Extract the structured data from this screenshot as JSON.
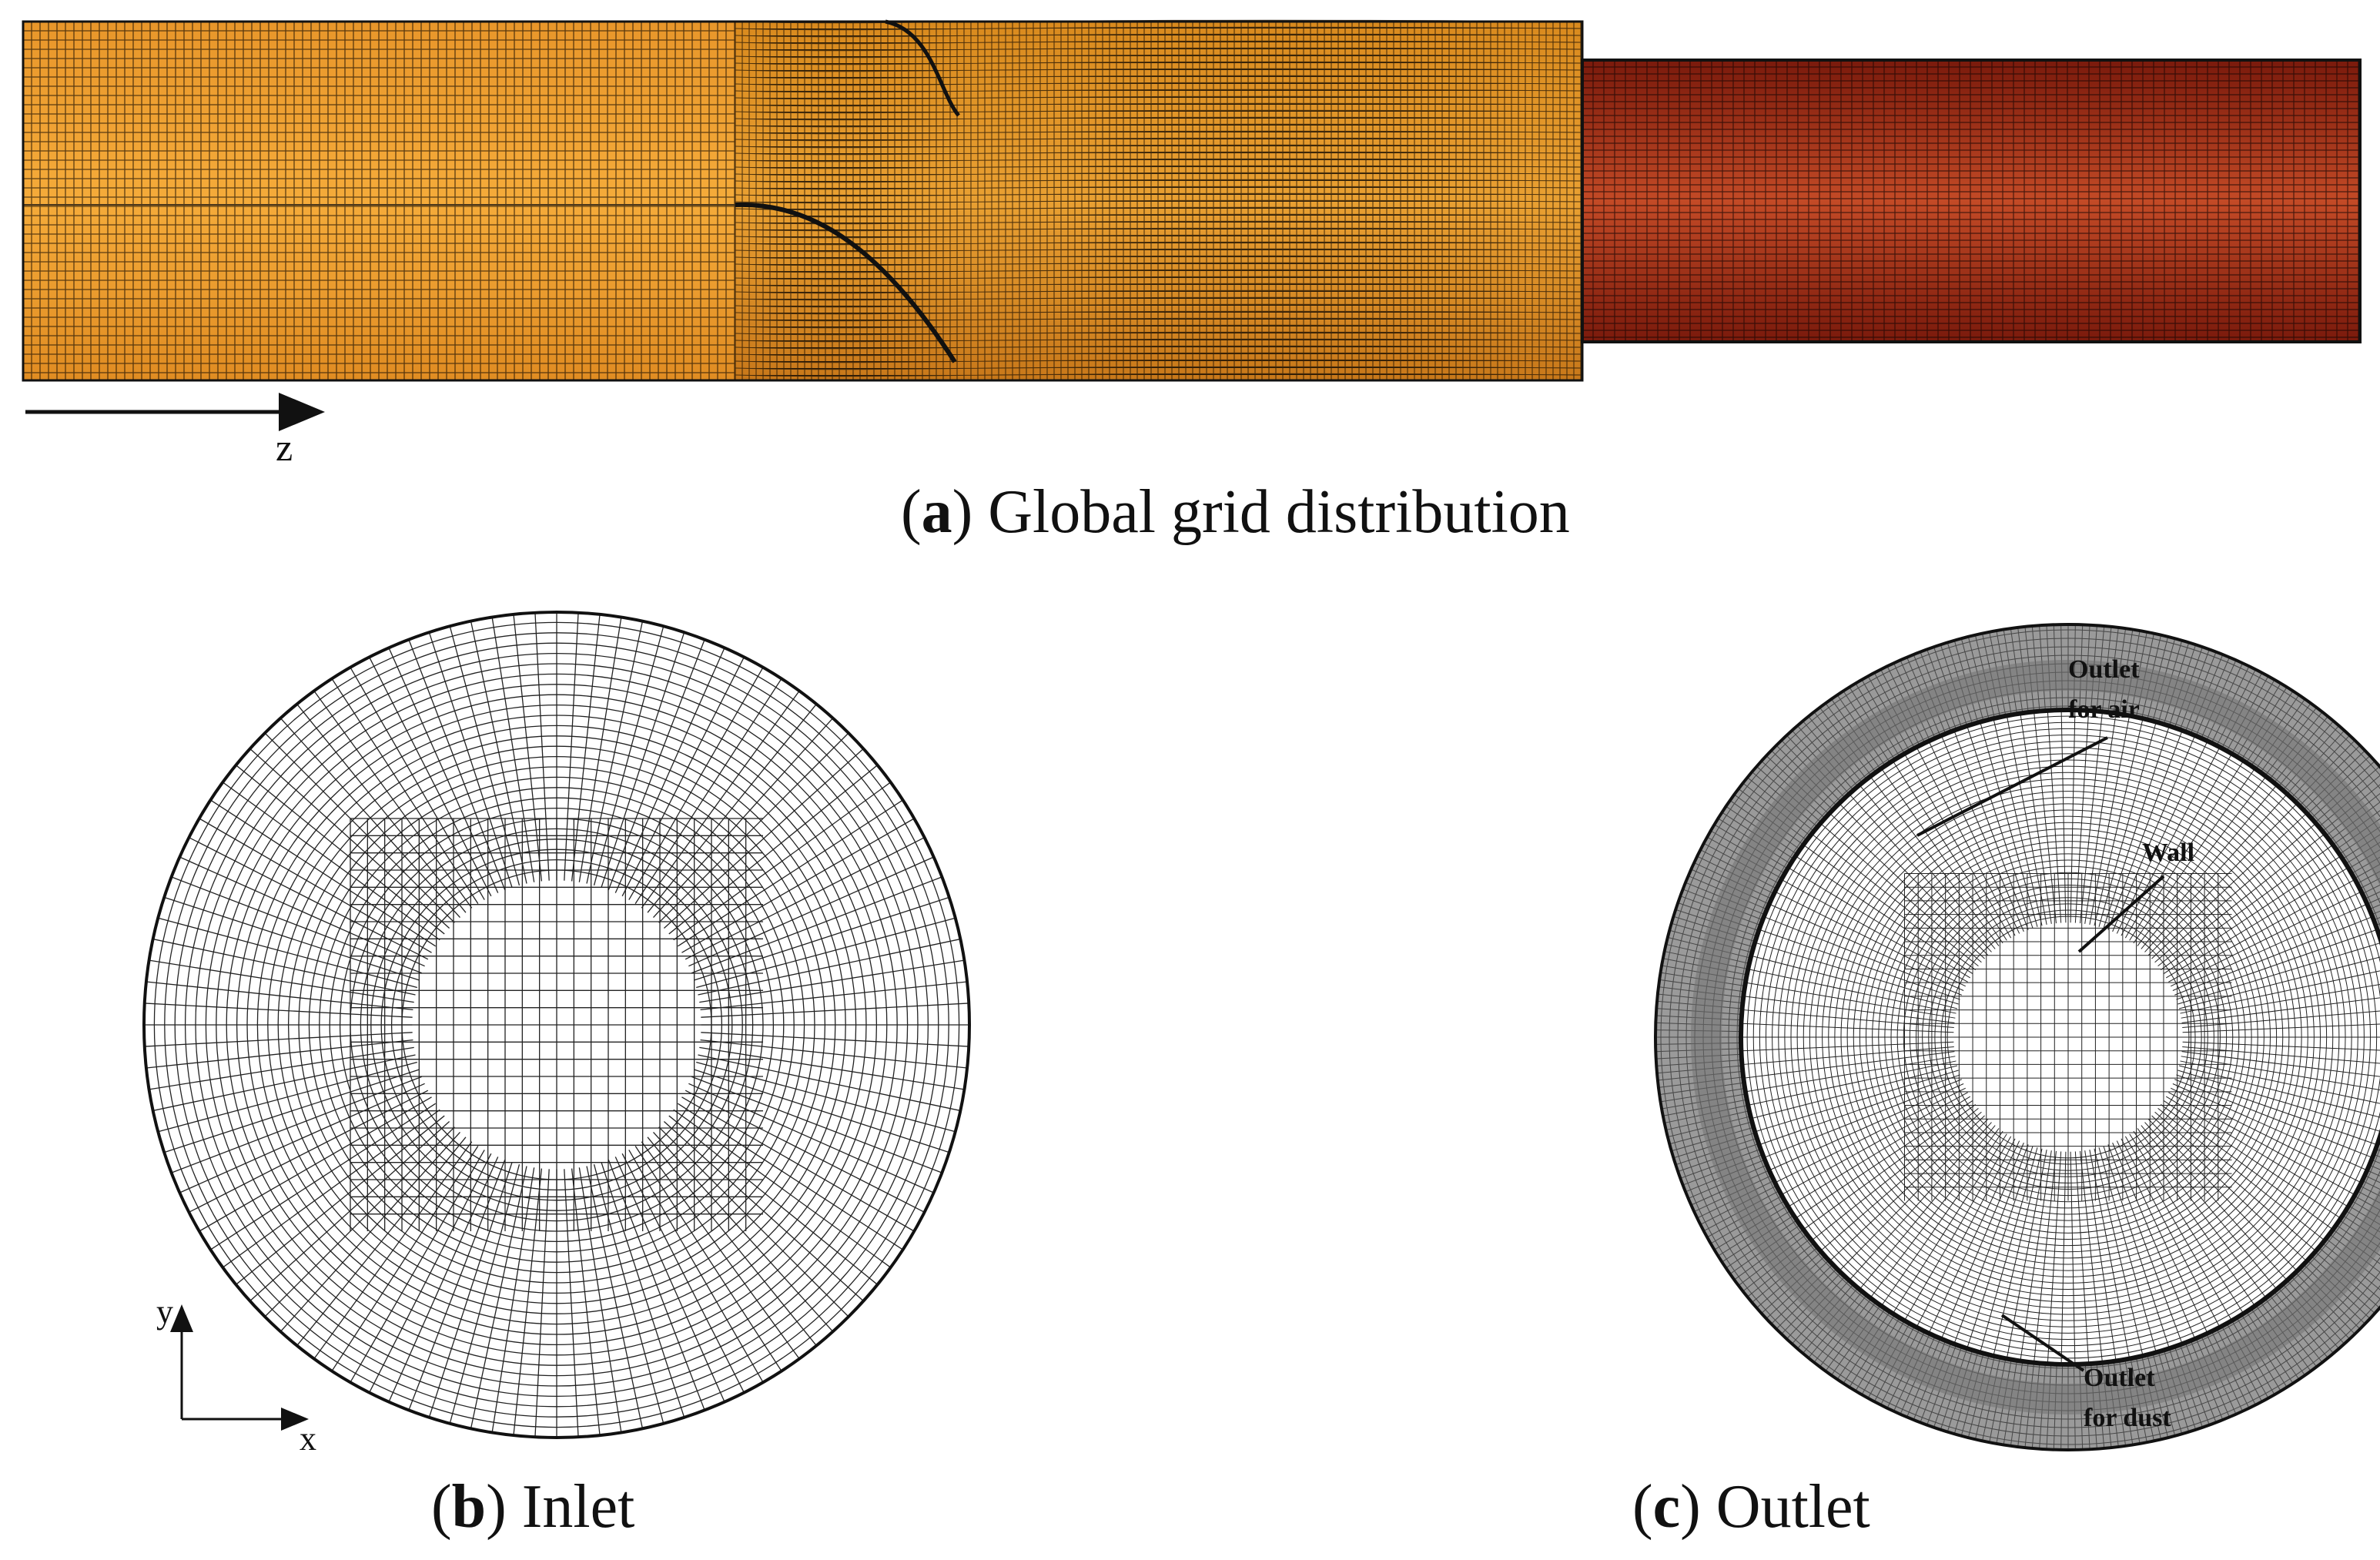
{
  "panel_a": {
    "caption_letter": "a",
    "caption_text": "Global grid distribution",
    "axis_label": "z",
    "colors": {
      "upstream": "#f0a030",
      "downstream": "#b83a1e",
      "grid_line": "#1a1006"
    }
  },
  "panel_b": {
    "caption_letter": "b",
    "caption_text": "Inlet",
    "axis_x": "x",
    "axis_y": "y"
  },
  "panel_c": {
    "caption_letter": "c",
    "caption_text": "Outlet",
    "annotations": {
      "outlet_air_line1": "Outlet",
      "outlet_air_line2": "for air",
      "wall": "Wall",
      "outlet_dust_line1": "Outlet",
      "outlet_dust_line2": "for dust"
    },
    "colors": {
      "annulus": "#8a8a8a",
      "inner_mesh": "#222222"
    }
  }
}
